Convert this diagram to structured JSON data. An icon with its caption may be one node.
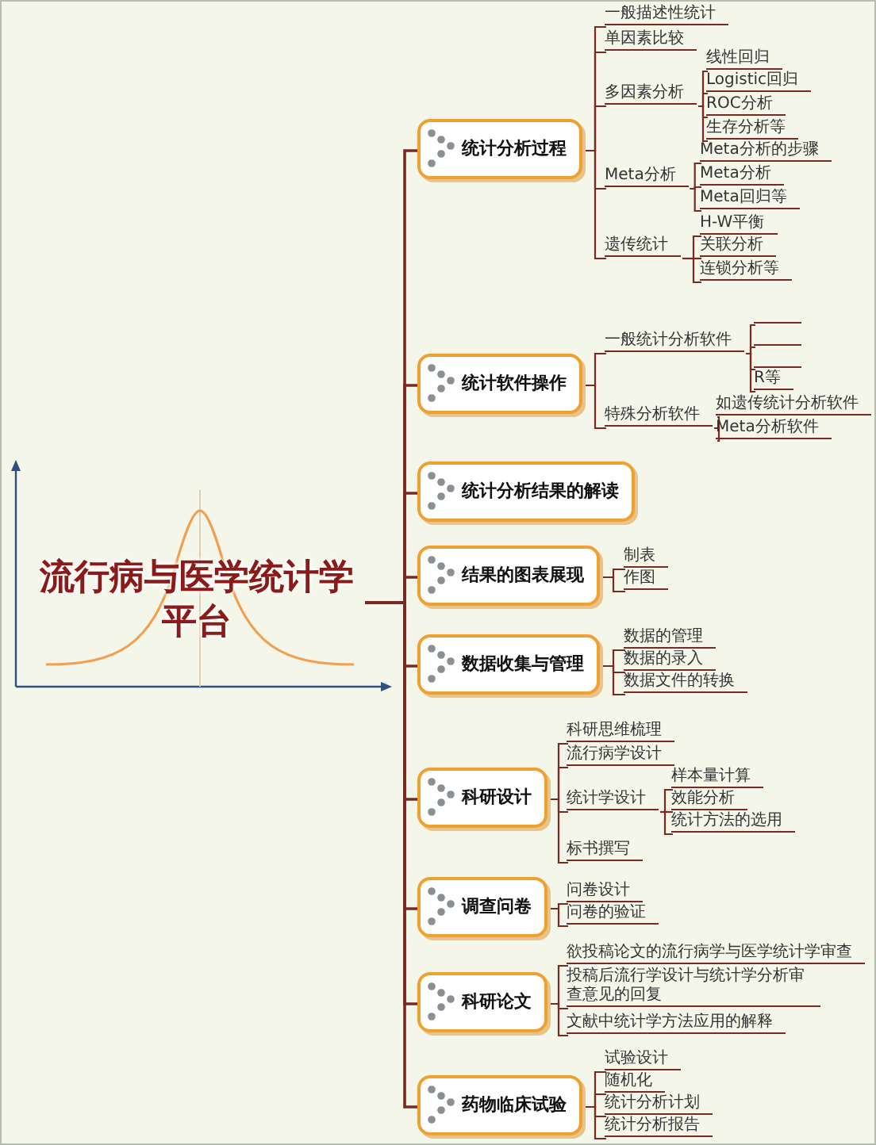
{
  "diagram": {
    "nodes": [
      {
        "text": [
          "流行病与医学统计学平台"
        ]
      },
      {
        "text": [
          "统计分析过程"
        ]
      },
      {
        "text": [
          "一般描述性统计"
        ]
      },
      {
        "text": [
          "单因素比较"
        ]
      },
      {
        "text": [
          "多因素分析"
        ]
      },
      {
        "text": [
          "线性回归"
        ]
      },
      {
        "text": [
          "Logistic回归"
        ]
      },
      {
        "text": [
          "ROC分析"
        ]
      },
      {
        "text": [
          "生存分析等"
        ]
      },
      {
        "text": [
          "Meta分析"
        ]
      },
      {
        "text": [
          "Meta分析的步骤"
        ]
      },
      {
        "text": [
          "Meta分析"
        ]
      },
      {
        "text": [
          "Meta回归等"
        ]
      },
      {
        "text": [
          "遗传统计"
        ]
      },
      {
        "text": [
          "H-W平衡"
        ]
      },
      {
        "text": [
          "关联分析"
        ]
      },
      {
        "text": [
          "连锁分析等"
        ]
      },
      {
        "text": [
          "统计软件操作"
        ]
      },
      {
        "text": [
          "一般统计分析软件"
        ]
      },
      {
        "text": [],
        "shape": "bar"
      },
      {
        "text": [],
        "shape": "bar"
      },
      {
        "text": [],
        "shape": "bar"
      },
      {
        "text": [
          "R等"
        ]
      },
      {
        "text": [
          "特殊分析软件"
        ]
      },
      {
        "text": [
          "如遗传统计分析软件"
        ]
      },
      {
        "text": [
          "Meta分析软件"
        ]
      },
      {
        "text": [
          "统计分析结果的解读"
        ]
      },
      {
        "text": [
          "结果的图表展现"
        ]
      },
      {
        "text": [
          "制表"
        ]
      },
      {
        "text": [
          "作图"
        ]
      },
      {
        "text": [
          "数据收集与管理"
        ]
      },
      {
        "text": [
          "数据的管理"
        ]
      },
      {
        "text": [
          "数据的录入"
        ]
      },
      {
        "text": [
          "数据文件的转换"
        ]
      },
      {
        "text": [
          "科研设计"
        ]
      },
      {
        "text": [
          "科研思维梳理"
        ]
      },
      {
        "text": [
          "流行病学设计"
        ]
      },
      {
        "text": [
          "统计学设计"
        ]
      },
      {
        "text": [
          "样本量计算"
        ]
      },
      {
        "text": [
          "效能分析"
        ]
      },
      {
        "text": [
          "统计方法的选用"
        ]
      },
      {
        "text": [
          "标书撰写"
        ]
      },
      {
        "text": [
          "调查问卷"
        ]
      },
      {
        "text": [
          "问卷设计"
        ]
      },
      {
        "text": [
          "问卷的验证"
        ]
      },
      {
        "text": [
          "科研论文"
        ]
      },
      {
        "text": [
          "欲投稿论文的流行病学与医学统计学审查"
        ]
      },
      {
        "text": [
          "投稿后流行学设计与统计学分析审查意见的回复"
        ]
      },
      {
        "text": [
          "文献中统计学方法应用的解释"
        ]
      },
      {
        "text": [
          "药物临床试验"
        ]
      },
      {
        "text": [
          "试验设计"
        ]
      },
      {
        "text": [
          "随机化"
        ]
      },
      {
        "text": [
          "统计分析计划"
        ]
      },
      {
        "text": [
          "统计分析报告"
        ]
      }
    ],
    "edges": [
      {
        "from": 0,
        "to": 1,
        "arrow": "none"
      },
      {
        "from": 0,
        "to": 17,
        "arrow": "none"
      },
      {
        "from": 0,
        "to": 26,
        "arrow": "none"
      },
      {
        "from": 0,
        "to": 27,
        "arrow": "none"
      },
      {
        "from": 0,
        "to": 30,
        "arrow": "none"
      },
      {
        "from": 0,
        "to": 34,
        "arrow": "none"
      },
      {
        "from": 0,
        "to": 42,
        "arrow": "none"
      },
      {
        "from": 0,
        "to": 45,
        "arrow": "none"
      },
      {
        "from": 0,
        "to": 49,
        "arrow": "none"
      },
      {
        "from": 1,
        "to": 2,
        "arrow": "none"
      },
      {
        "from": 1,
        "to": 3,
        "arrow": "none"
      },
      {
        "from": 1,
        "to": 4,
        "arrow": "none"
      },
      {
        "from": 1,
        "to": 9,
        "arrow": "none"
      },
      {
        "from": 1,
        "to": 13,
        "arrow": "none"
      },
      {
        "from": 4,
        "to": 5,
        "arrow": "none"
      },
      {
        "from": 4,
        "to": 6,
        "arrow": "none"
      },
      {
        "from": 4,
        "to": 7,
        "arrow": "none"
      },
      {
        "from": 4,
        "to": 8,
        "arrow": "none"
      },
      {
        "from": 9,
        "to": 10,
        "arrow": "none"
      },
      {
        "from": 9,
        "to": 11,
        "arrow": "none"
      },
      {
        "from": 9,
        "to": 12,
        "arrow": "none"
      },
      {
        "from": 13,
        "to": 14,
        "arrow": "none"
      },
      {
        "from": 13,
        "to": 15,
        "arrow": "none"
      },
      {
        "from": 13,
        "to": 16,
        "arrow": "none"
      },
      {
        "from": 17,
        "to": 18,
        "arrow": "none"
      },
      {
        "from": 17,
        "to": 23,
        "arrow": "none"
      },
      {
        "from": 18,
        "to": 19,
        "arrow": "none"
      },
      {
        "from": 18,
        "to": 20,
        "arrow": "none"
      },
      {
        "from": 18,
        "to": 21,
        "arrow": "none"
      },
      {
        "from": 18,
        "to": 22,
        "arrow": "none"
      },
      {
        "from": 23,
        "to": 24,
        "arrow": "none"
      },
      {
        "from": 23,
        "to": 25,
        "arrow": "none"
      },
      {
        "from": 27,
        "to": 28,
        "arrow": "none"
      },
      {
        "from": 27,
        "to": 29,
        "arrow": "none"
      },
      {
        "from": 30,
        "to": 31,
        "arrow": "none"
      },
      {
        "from": 30,
        "to": 32,
        "arrow": "none"
      },
      {
        "from": 30,
        "to": 33,
        "arrow": "none"
      },
      {
        "from": 34,
        "to": 35,
        "arrow": "none"
      },
      {
        "from": 34,
        "to": 36,
        "arrow": "none"
      },
      {
        "from": 34,
        "to": 37,
        "arrow": "none"
      },
      {
        "from": 34,
        "to": 41,
        "arrow": "none"
      },
      {
        "from": 37,
        "to": 38,
        "arrow": "none"
      },
      {
        "from": 37,
        "to": 39,
        "arrow": "none"
      },
      {
        "from": 37,
        "to": 40,
        "arrow": "none"
      },
      {
        "from": 42,
        "to": 43,
        "arrow": "none"
      },
      {
        "from": 42,
        "to": 44,
        "arrow": "none"
      },
      {
        "from": 45,
        "to": 46,
        "arrow": "none"
      },
      {
        "from": 45,
        "to": 47,
        "arrow": "none"
      },
      {
        "from": 45,
        "to": 48,
        "arrow": "none"
      },
      {
        "from": 49,
        "to": 50,
        "arrow": "none"
      },
      {
        "from": 49,
        "to": 51,
        "arrow": "none"
      },
      {
        "from": 49,
        "to": 52,
        "arrow": "none"
      },
      {
        "from": 49,
        "to": 53,
        "arrow": "none"
      }
    ]
  }
}
